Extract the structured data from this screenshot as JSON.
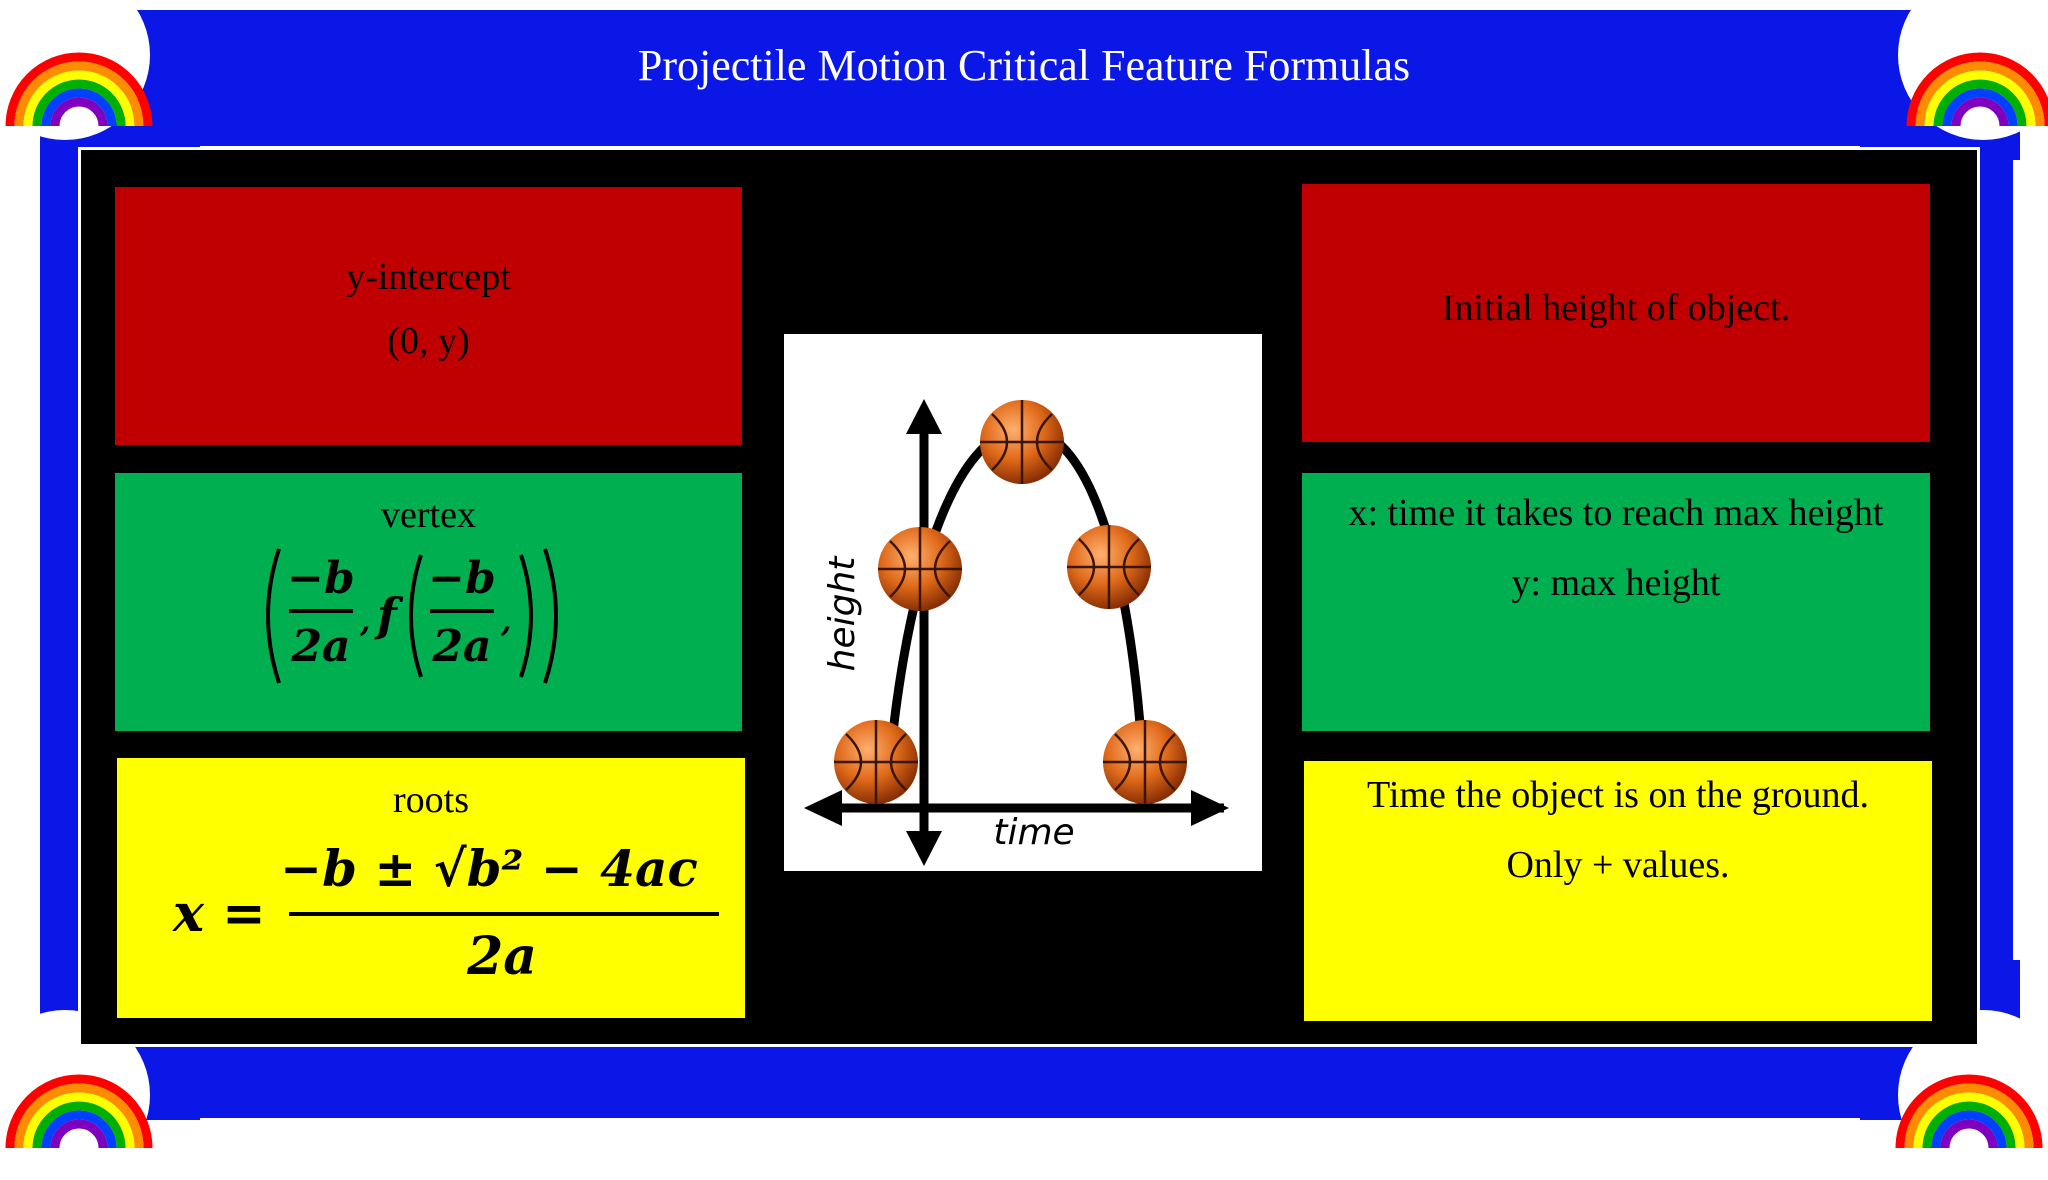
{
  "title": "Projectile Motion Critical Feature Formulas",
  "left_cards": {
    "intercept": {
      "label": "y-intercept",
      "formula": "(0, y)"
    },
    "vertex": {
      "label": "vertex",
      "formula_minus_b": "−b",
      "formula_2a": "2a",
      "formula_f": "f"
    },
    "roots": {
      "label": "roots",
      "x_eq": "x =",
      "numerator": "−b ± √b² − 4ac",
      "denominator": "2a"
    }
  },
  "right_cards": {
    "intercept_desc": "Initial height of object.",
    "vertex_desc_x": "x: time it takes to  reach max height",
    "vertex_desc_y": "y: max height",
    "roots_desc_1": "Time the object is on the ground.",
    "roots_desc_2": "Only + values."
  },
  "diagram": {
    "x_label": "time",
    "y_label": "height"
  },
  "colors": {
    "frame_blue": "#0a17e6",
    "red": "#c00000",
    "green": "#00b050",
    "yellow": "#ffff00",
    "ball": "#e06a1a"
  },
  "icons": {
    "corner_decoration": "rainbow-icon",
    "ball": "basketball-icon"
  }
}
